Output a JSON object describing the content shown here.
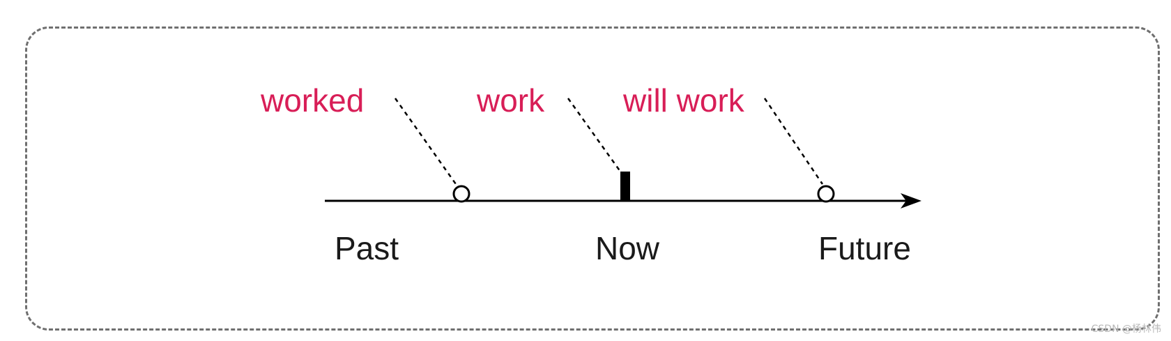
{
  "tenses": {
    "past": "worked",
    "present": "work",
    "future": "will work"
  },
  "timeline": {
    "past": "Past",
    "now": "Now",
    "future": "Future"
  },
  "watermark": "CSDN @杨林伟"
}
